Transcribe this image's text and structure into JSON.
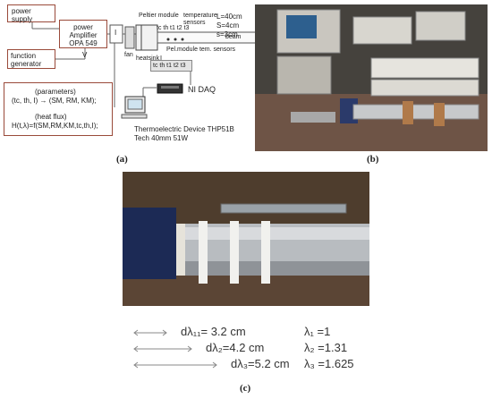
{
  "panel_a": {
    "label": "(a)",
    "power_supply": "power supply",
    "amplifier_line1": "power",
    "amplifier_line2": "Amplifier",
    "amplifier_line3": "OPA 549",
    "function_generator": "function generator",
    "v_label": "V",
    "i_label": "I",
    "fan_label": "fan",
    "peltier_label": "Peltier module",
    "temperature_sensors": "temperature sensors",
    "tc_th": "tc th",
    "t1t2t3": "t1 t2 t3",
    "beam_label": "beam",
    "pel_module_sensors": "Pel.module tem. sensors",
    "heatsink_label": "heatsink",
    "dims": [
      "L=40cm",
      "S=4cm",
      "s=3cm"
    ],
    "daq_channels": "tc th t1 t2 t3",
    "ni_daq": "NI DAQ",
    "params_heading": "(parameters)",
    "params_line": "(tc, th, I)   →   (SM, RM, KM);",
    "heat_heading": "(heat flux)",
    "heat_line": "H(t,λ)=f(SM,RM,KM,tc,th,I);",
    "device_line1": "Thermoelectric Device THP51B",
    "device_line2": "Tech 40mm 51W"
  },
  "panel_b": {
    "label": "(b)"
  },
  "panel_c": {
    "label": "(c)",
    "measurements": [
      {
        "d": "dλ₁₁= 3.2 cm",
        "lambda": "λ₁ =1"
      },
      {
        "d": "dλ₂=4.2 cm",
        "lambda": "λ₂ =1.31"
      },
      {
        "d": "dλ₃=5.2 cm",
        "lambda": "λ₃ =1.625"
      }
    ]
  }
}
